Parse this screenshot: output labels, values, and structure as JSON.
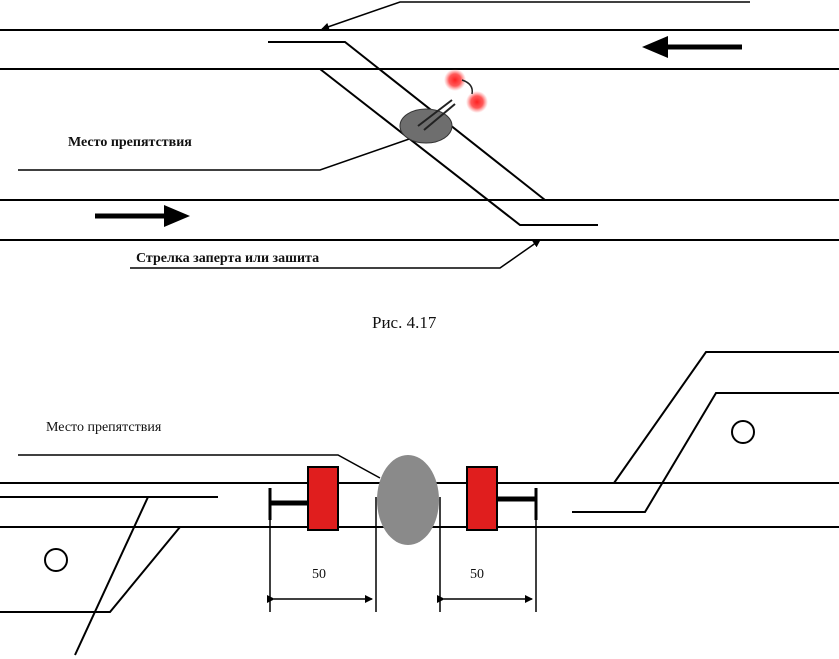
{
  "figure_top": {
    "label_obstacle": "Место препятствия",
    "label_switch": "Стрелка заперта или зашита",
    "caption": "Рис. 4.17"
  },
  "figure_bottom": {
    "label_obstacle": "Место препятствия",
    "distance_left": "50",
    "distance_right": "50"
  },
  "colors": {
    "stop_signal": "#e01e1e",
    "obstacle": "#8a8a8a",
    "lines": "#000000"
  }
}
